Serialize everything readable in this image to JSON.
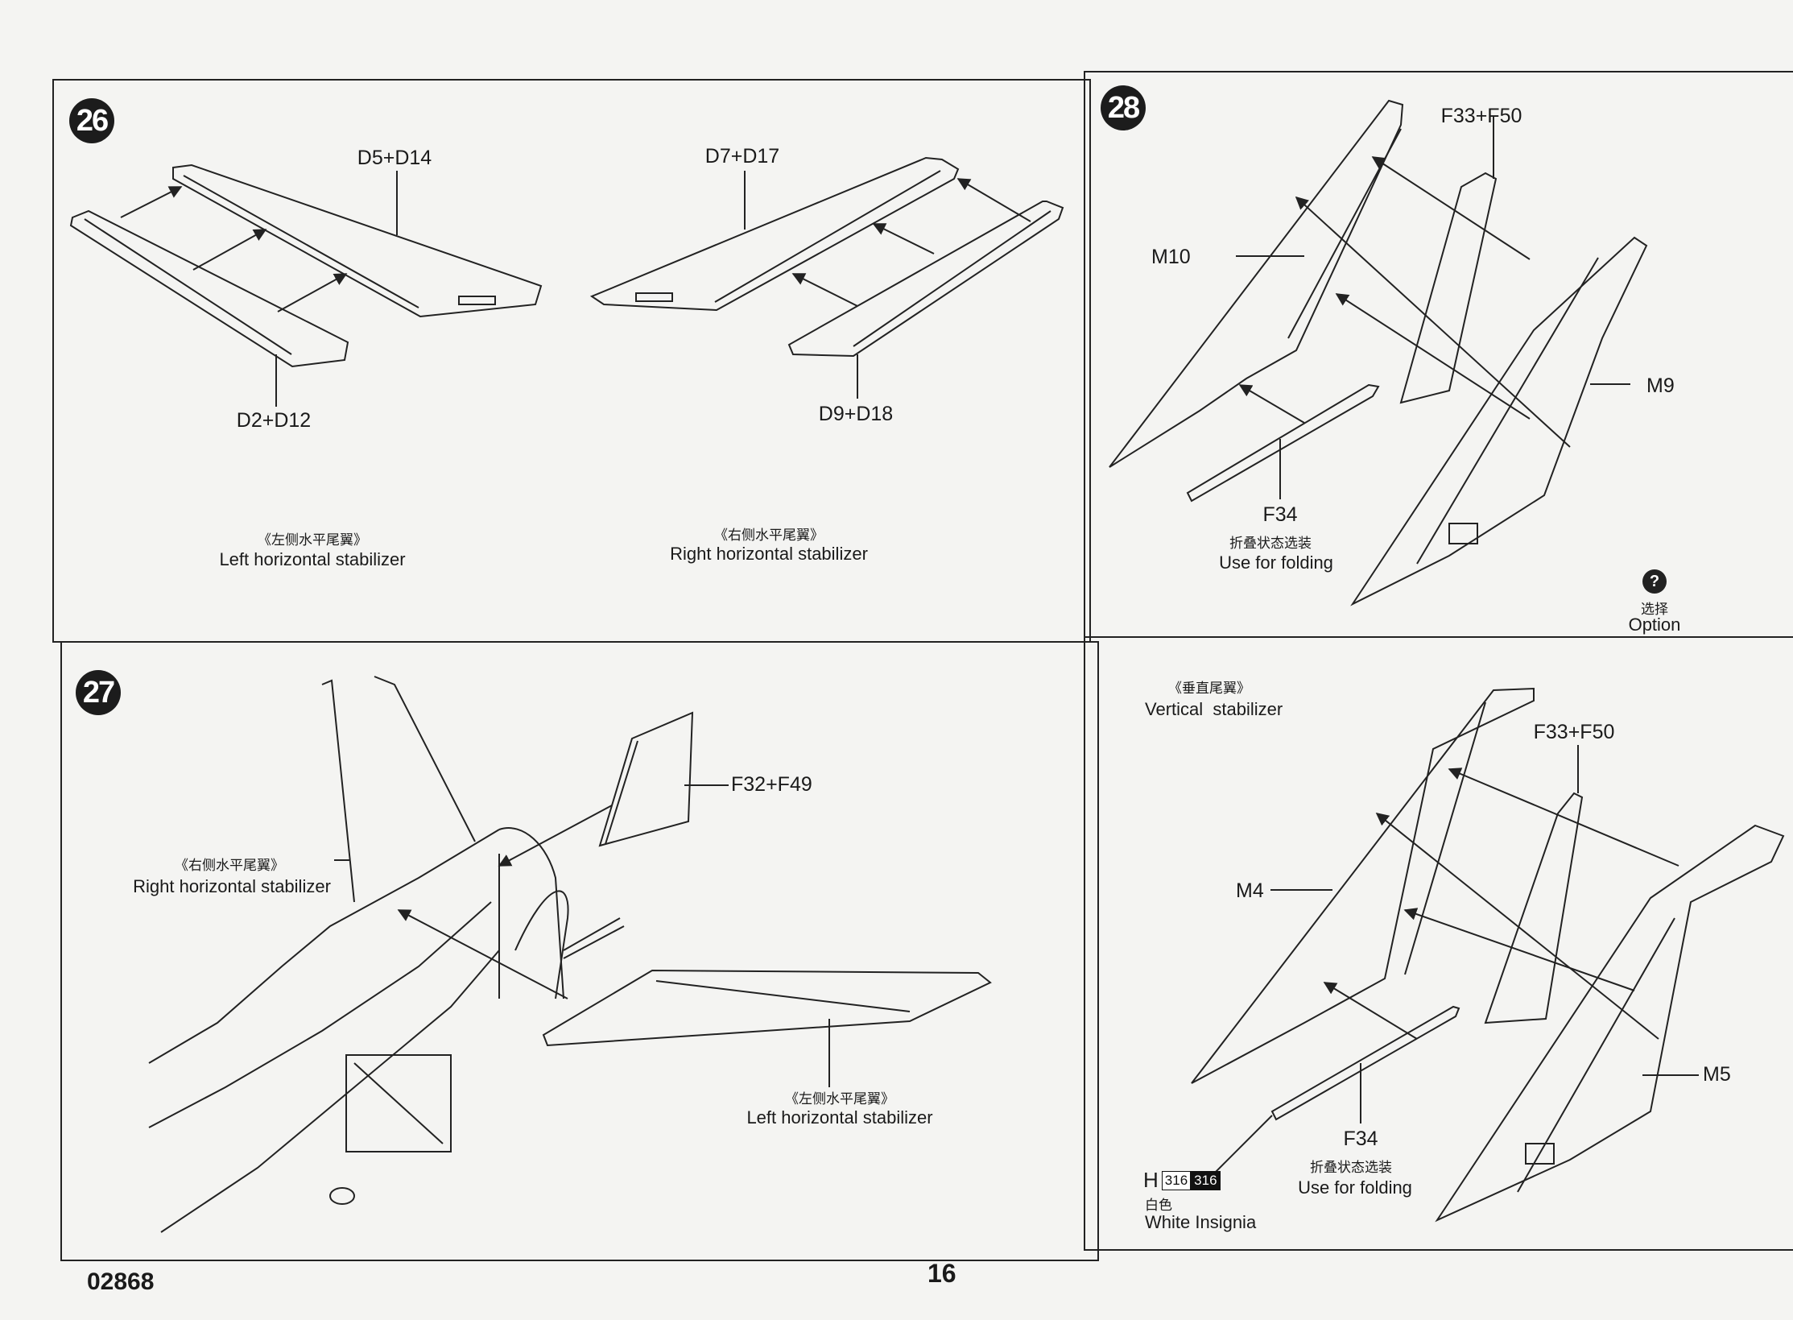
{
  "page": {
    "code": "02868",
    "number": "16"
  },
  "steps": {
    "s26": {
      "number": "26",
      "parts": {
        "upper_left": "D5+D14",
        "lower_left": "D2+D12",
        "upper_right": "D7+D17",
        "lower_right": "D9+D18"
      },
      "left_caption_cn": "《左侧水平尾翼》",
      "left_caption_en": "Left horizontal stabilizer",
      "right_caption_cn": "《右侧水平尾翼》",
      "right_caption_en": "Right horizontal stabilizer"
    },
    "s27": {
      "number": "27",
      "part": "F32+F49",
      "right_caption_cn": "《右侧水平尾翼》",
      "right_caption_en": "Right horizontal stabilizer",
      "left_caption_cn": "《左侧水平尾翼》",
      "left_caption_en": "Left horizontal stabilizer"
    },
    "s28": {
      "number": "28",
      "top": {
        "part_tip": "F33+F50",
        "part_left": "M10",
        "part_right": "M9",
        "part_bottom": "F34",
        "bottom_cn": "折叠状态选装",
        "bottom_en": "Use for folding"
      },
      "option": {
        "icon": "?",
        "cn": "选择",
        "en": "Option"
      },
      "vertical_cn": "《垂直尾翼》",
      "vertical_en": "Vertical  stabilizer",
      "bottom": {
        "part_tip": "F33+F50",
        "part_left": "M4",
        "part_right": "M5",
        "part_bottom": "F34",
        "bottom_cn": "折叠状态选装",
        "bottom_en": "Use for folding"
      },
      "decal": {
        "letter": "H",
        "num1": "316",
        "num2": "316",
        "cn": "白色",
        "en": "White Insignia"
      }
    }
  }
}
